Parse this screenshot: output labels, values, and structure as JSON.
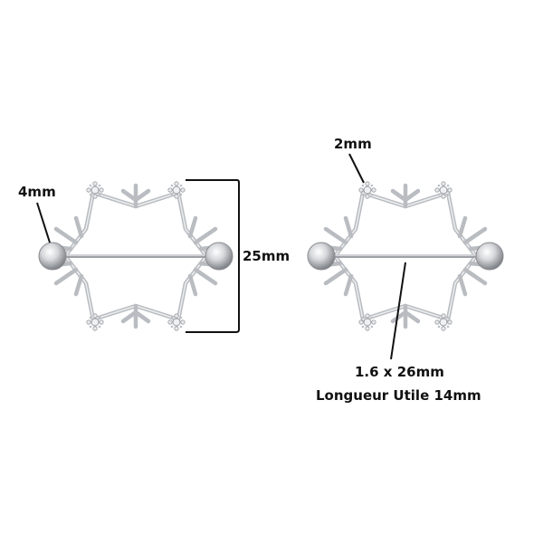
{
  "product": {
    "subject": "Snowflake nipple barbell pair with dimension annotations",
    "colors": {
      "metal": "#c9cbcf",
      "metal_dark": "#8e9196",
      "annotation": "#111111",
      "background": "#ffffff"
    }
  },
  "left_item": {
    "ball_size_label": "4mm",
    "height_label": "25mm"
  },
  "right_item": {
    "gem_size_label": "2mm",
    "bar_label": "1.6 x 26mm",
    "usable_length_label": "Longueur Utile 14mm"
  }
}
